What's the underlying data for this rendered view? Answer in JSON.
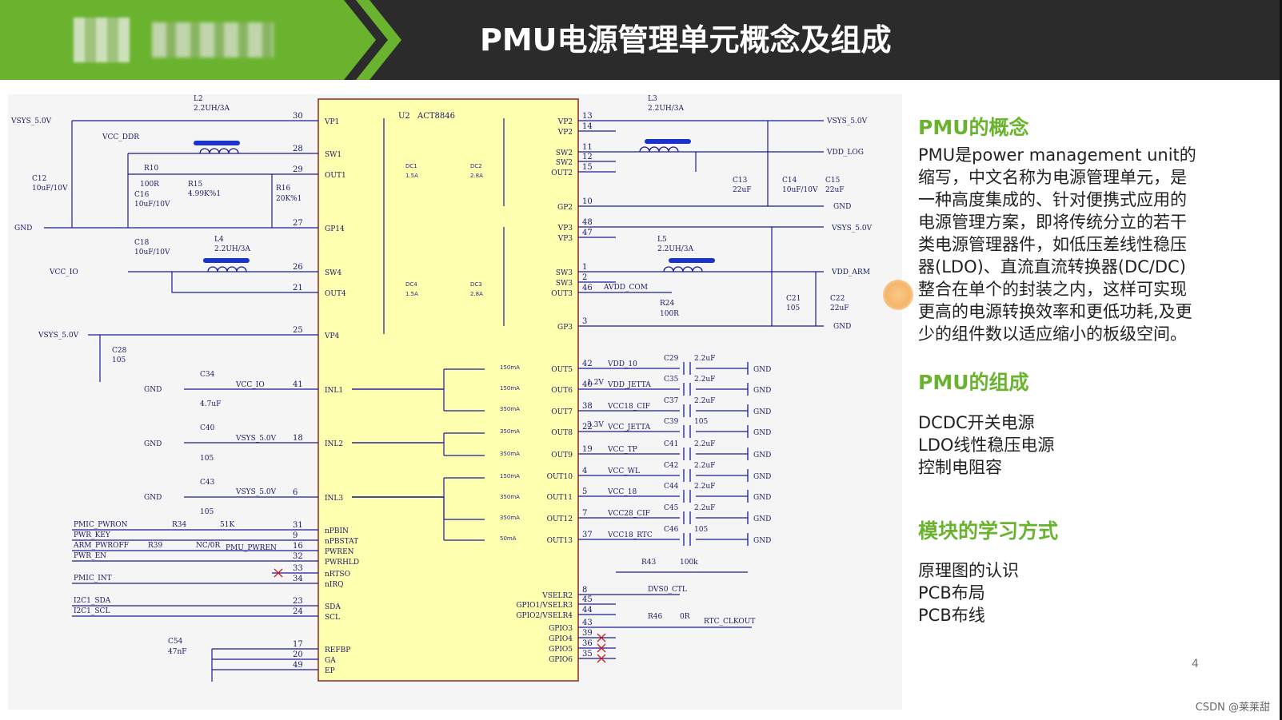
{
  "header": {
    "title": "PMU电源管理单元概念及组成",
    "brand_color": "#6ab32e",
    "dark_color": "#2b2b2b"
  },
  "schematic": {
    "ic_ref": "U2",
    "ic_name": "ACT8846",
    "ic_fill": "#ffffb0",
    "left_pins": [
      {
        "num": "30",
        "name": "VP1"
      },
      {
        "num": "28",
        "name": "SW1"
      },
      {
        "num": "29",
        "name": "OUT1"
      },
      {
        "num": "27",
        "name": "GP14"
      },
      {
        "num": "26",
        "name": "SW4"
      },
      {
        "num": "21",
        "name": "OUT4"
      },
      {
        "num": "25",
        "name": "VP4"
      },
      {
        "num": "41",
        "name": "INL1"
      },
      {
        "num": "18",
        "name": "INL2"
      },
      {
        "num": "6",
        "name": "INL3"
      },
      {
        "num": "31",
        "name": "nPBIN"
      },
      {
        "num": "9",
        "name": "nPBSTAT"
      },
      {
        "num": "16",
        "name": "PWREN"
      },
      {
        "num": "32",
        "name": "PWRHLD"
      },
      {
        "num": "33",
        "name": "nRTSO"
      },
      {
        "num": "34",
        "name": "nIRQ"
      },
      {
        "num": "23",
        "name": "SDA"
      },
      {
        "num": "24",
        "name": "SCL"
      },
      {
        "num": "17",
        "name": "REFBP"
      },
      {
        "num": "20",
        "name": "GA"
      },
      {
        "num": "49",
        "name": "EP"
      }
    ],
    "right_pins": [
      {
        "num": "13",
        "name": "VP2"
      },
      {
        "num": "14",
        "name": "VP2"
      },
      {
        "num": "11",
        "name": "SW2"
      },
      {
        "num": "12",
        "name": "SW2"
      },
      {
        "num": "15",
        "name": "OUT2"
      },
      {
        "num": "10",
        "name": "GP2"
      },
      {
        "num": "48",
        "name": "VP3"
      },
      {
        "num": "47",
        "name": "VP3"
      },
      {
        "num": "1",
        "name": "SW3"
      },
      {
        "num": "2",
        "name": "SW3"
      },
      {
        "num": "46",
        "name": "OUT3"
      },
      {
        "num": "3",
        "name": "GP3"
      },
      {
        "num": "42",
        "name": "OUT5"
      },
      {
        "num": "40",
        "name": "OUT6"
      },
      {
        "num": "38",
        "name": "OUT7"
      },
      {
        "num": "22",
        "name": "OUT8"
      },
      {
        "num": "19",
        "name": "OUT9"
      },
      {
        "num": "4",
        "name": "OUT10"
      },
      {
        "num": "5",
        "name": "OUT11"
      },
      {
        "num": "7",
        "name": "OUT12"
      },
      {
        "num": "37",
        "name": "OUT13"
      },
      {
        "num": "8",
        "name": "VSELR2"
      },
      {
        "num": "45",
        "name": "GPIO1/VSELR3"
      },
      {
        "num": "44",
        "name": "GPIO2/VSELR4"
      },
      {
        "num": "43",
        "name": "GPIO3"
      },
      {
        "num": "39",
        "name": "GPIO4"
      },
      {
        "num": "36",
        "name": "GPIO5"
      },
      {
        "num": "35",
        "name": "GPIO6"
      }
    ],
    "internal_labels": [
      "DC1",
      "DC2",
      "1.5A",
      "2.8A",
      "DC4",
      "DC3",
      "1.5A",
      "2.8A",
      "150mA",
      "150mA",
      "350mA",
      "350mA",
      "350mA",
      "150mA",
      "350mA",
      "350mA",
      "50mA"
    ],
    "net_labels": {
      "vsys_5v": "VSYS_5.0V",
      "vcc_ddr": "VCC_DDR",
      "gnd": "GND",
      "vcc_io": "VCC_IO",
      "vdd_log": "VDD_LOG",
      "vdd_arm": "VDD_ARM",
      "avdd_com": "AVDD_COM",
      "pmic_pwron": "PMIC_PWRON",
      "pwr_key": "PWR_KEY",
      "arm_pwroff": "ARM_PWROFF",
      "pwr_en": "PWR_EN",
      "pmu_pwren": "PMU_PWREN",
      "pmic_int": "PMIC_INT",
      "i2c1_sda": "I2C1_SDA",
      "i2c1_scl": "I2C1_SCL",
      "dvs0_ctl": "DVS0_CTL",
      "rtc_clkout": "RTC_CLKOUT"
    },
    "components": {
      "L2": "L2",
      "L2_val": "2.2UH/3A",
      "L3": "L3",
      "L3_val": "2.2UH/3A",
      "L4": "L4",
      "L4_val": "2.2UH/3A",
      "L5": "L5",
      "L5_val": "2.2UH/3A",
      "R10": "R10",
      "R10_val": "100R",
      "R15": "R15",
      "R15_val": "4.99K%1",
      "R16": "R16",
      "R16_val": "20K%1",
      "C12": "C12",
      "C12_val": "10uF/10V",
      "C16": "C16",
      "C16_val": "10uF/10V",
      "C18": "C18",
      "C18_val": "10uF/10V",
      "C13": "C13",
      "C13_val": "22uF",
      "C14": "C14",
      "C14_val": "10uF/10V",
      "C15": "C15",
      "C15_val": "22uF",
      "R24": "R24",
      "R24_val": "100R",
      "C21": "C21",
      "C21_val": "105",
      "C22": "C22",
      "C22_val": "22uF",
      "C28": "C28",
      "C28_val": "105",
      "C34": "C34",
      "C34_val": "4.7uF",
      "C40": "C40",
      "C40_val": "105",
      "C43": "C43",
      "C43_val": "105",
      "R34": "R34",
      "R34_val": "51K",
      "R39": "R39",
      "R39_val": "NC/0R",
      "C54": "C54",
      "C54_val": "47nF",
      "R43": "R43",
      "R43_val": "100k",
      "R46": "R46",
      "R46_val": "0R"
    },
    "ldo_outputs": [
      {
        "net": "VDD_10",
        "cap": "C29",
        "val": "2.2uF"
      },
      {
        "net": "VDD_JETTA",
        "cap": "C35",
        "val": "2.2uF",
        "volt": "1.2V"
      },
      {
        "net": "VCC18_CIF",
        "cap": "C37",
        "val": "2.2uF"
      },
      {
        "net": "VCC_JETTA",
        "cap": "C39",
        "val": "105",
        "volt": "3.3V"
      },
      {
        "net": "VCC_TP",
        "cap": "C41",
        "val": "2.2uF"
      },
      {
        "net": "VCC_WL",
        "cap": "C42",
        "val": "2.2uF"
      },
      {
        "net": "VCC_18",
        "cap": "C44",
        "val": "2.2uF"
      },
      {
        "net": "VCC28_CIF",
        "cap": "C45",
        "val": "2.2uF"
      },
      {
        "net": "VCC18_RTC",
        "cap": "C46",
        "val": "105"
      }
    ]
  },
  "panel": {
    "concept_title": "PMU的概念",
    "concept_lines": [
      "PMU是power management unit的",
      "缩写，中文名称为电源管理单元，是",
      "一种高度集成的、针对便携式应用的",
      "电源管理方案，即将传统分立的若干",
      "类电源管理器件，如低压差线性稳压",
      "器(LDO)、直流直流转换器(DC/DC)",
      "整合在单个的封装之内，这样可实现",
      "更高的电源转换效率和更低功耗,及更",
      "少的组件数以适应缩小的板级空间。"
    ],
    "composition_title": "PMU的组成",
    "composition_items": [
      "DCDC开关电源",
      "LDO线性稳压电源",
      "控制电阻容"
    ],
    "study_title": "模块的学习方式",
    "study_items": [
      "原理图的认识",
      "PCB布局",
      "PCB布线"
    ]
  },
  "footer": {
    "page_number": "4",
    "watermark": "CSDN @莱莱甜"
  }
}
